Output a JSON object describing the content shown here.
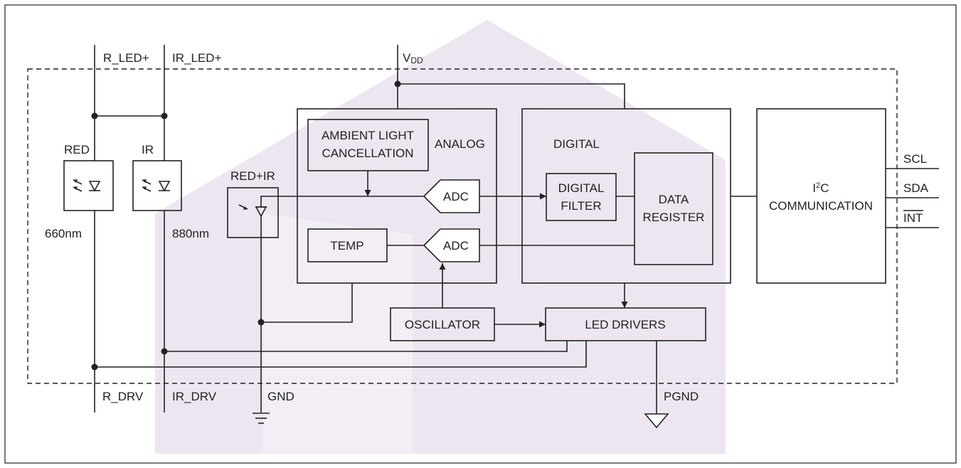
{
  "colors": {
    "watermark": "#e7ddeb",
    "line": "#222222"
  },
  "pins": {
    "r_led": "R_LED+",
    "ir_led": "IR_LED+",
    "vdd_main": "V",
    "vdd_sub": "DD",
    "r_drv": "R_DRV",
    "ir_drv": "IR_DRV",
    "gnd": "GND",
    "pgnd": "PGND",
    "scl": "SCL",
    "sda": "SDA",
    "int": "INT"
  },
  "leds": {
    "red_label": "RED",
    "ir_label": "IR",
    "red_wavelength": "660nm",
    "ir_wavelength": "880nm",
    "photodiode_label": "RED+IR"
  },
  "blocks": {
    "ambient_line1": "AMBIENT LIGHT",
    "ambient_line2": "CANCELLATION",
    "analog": "ANALOG",
    "digital": "DIGITAL",
    "adc1": "ADC",
    "adc2": "ADC",
    "temp": "TEMP",
    "digital_filter_line1": "DIGITAL",
    "digital_filter_line2": "FILTER",
    "data_register_line1": "DATA",
    "data_register_line2": "REGISTER",
    "i2c_main": "I",
    "i2c_sup": "2",
    "i2c_rest": "C",
    "communication": "COMMUNICATION",
    "oscillator": "OSCILLATOR",
    "led_drivers": "LED DRIVERS"
  }
}
